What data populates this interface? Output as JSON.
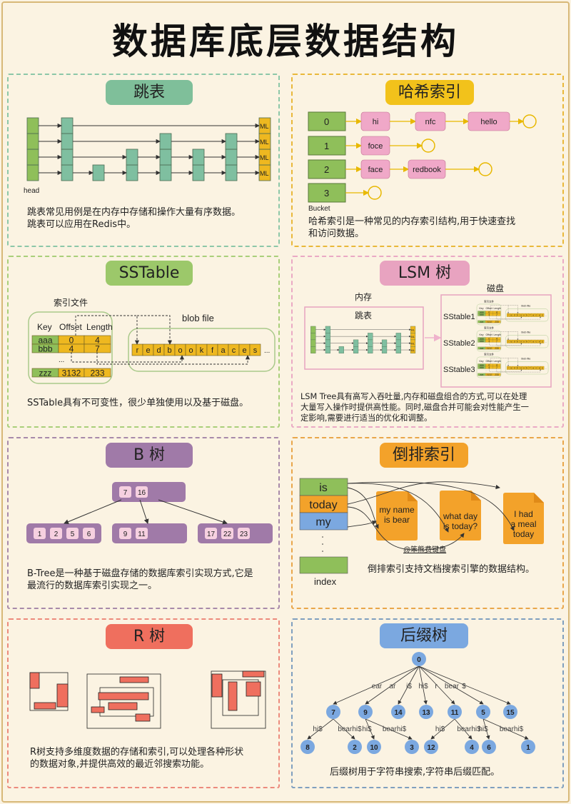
{
  "title": "数据库底层数据结构",
  "colors": {
    "background": "#fbf3e2",
    "skiplist": "#7fbfa0",
    "hash": "#f2c21b",
    "sstable": "#9cc86a",
    "lsm": "#e8a3c0",
    "btree": "#a07aa8",
    "inverted": "#f3a22a",
    "rtree": "#ef6f5e",
    "suffix": "#7ba8e0",
    "node_pink": "#f0a8c8",
    "cell_yellow": "#eeb820",
    "cell_green": "#8fbf5a"
  },
  "skiplist": {
    "title": "跳表",
    "head_label": "head",
    "tail_label": "ML",
    "caption": [
      "跳表常见用例是在内存中存储和操作大量有序数据。",
      "跳表可以应用在Redis中。"
    ]
  },
  "hash": {
    "title": "哈希索引",
    "buckets": [
      "0",
      "1",
      "2",
      "3"
    ],
    "bucket_label": "Bucket",
    "chains": [
      [
        "hi",
        "nfc",
        "hello"
      ],
      [
        "foce"
      ],
      [
        "face",
        "redbook"
      ],
      []
    ],
    "caption": [
      "哈希索引是一种常见的内存索引结构,用于快速查找",
      "和访问数据。"
    ]
  },
  "sstable": {
    "title": "SSTable",
    "index_label": "索引文件",
    "blob_label": "blob file",
    "headers": [
      "Key",
      "Offset",
      "Length"
    ],
    "rows": [
      [
        "aaa",
        "0",
        "4"
      ],
      [
        "bbb",
        "4",
        "7"
      ],
      [
        "zzz",
        "3132",
        "233"
      ]
    ],
    "ellipsis": "...",
    "blob": [
      "r",
      "e",
      "d",
      "b",
      "o",
      "o",
      "k",
      "f",
      "a",
      "c",
      "e",
      "s"
    ],
    "blob_more": "...",
    "caption": "SSTable具有不可变性，很少单独使用以及基于磁盘。"
  },
  "lsm": {
    "title": "LSM 树",
    "memory_label": "内存",
    "memtable_label": "跳表",
    "disk_label": "磁盘",
    "sstables": [
      "SStable1",
      "SStable2",
      "SStable3"
    ],
    "caption": [
      "LSM Tree具有高写入吞吐量,内存和磁盘组合的方式,可以在处理",
      "大量写入操作时提供高性能。同时,磁盘合并可能会对性能产生一",
      "定影响,需要进行适当的优化和调整。"
    ]
  },
  "btree": {
    "title": "B 树",
    "root": [
      "7",
      "16"
    ],
    "leaves": [
      [
        "1",
        "2",
        "5",
        "6"
      ],
      [
        "9",
        "11"
      ],
      [
        "17",
        "22",
        "23"
      ]
    ],
    "caption": [
      "B-Tree是一种基于磁盘存储的数据库索引实现方式,它是",
      "最流行的数据库索引实现之一。"
    ]
  },
  "inverted": {
    "title": "倒排索引",
    "terms": [
      "is",
      "today",
      "my"
    ],
    "index_label": "index",
    "docs": [
      [
        "my name",
        "is bear"
      ],
      [
        "what day",
        "is today?"
      ],
      [
        "I had",
        "a meal",
        "today"
      ]
    ],
    "watermark": "@笨熊费键盘",
    "caption": "倒排索引支持文档搜索引擎的数据结构。"
  },
  "rtree": {
    "title": "R 树",
    "caption": [
      "R树支持多维度数据的存储和索引,可以处理各种形状",
      "的数据对象,并提供高效的最近邻搜索功能。"
    ]
  },
  "suffix": {
    "title": "后缀树",
    "root": "0",
    "children": [
      {
        "edge": "ear",
        "label": "7",
        "children": [
          {
            "edge": "hi$",
            "label": "8"
          },
          {
            "edge": "bearhi$",
            "label": "2"
          }
        ]
      },
      {
        "edge": "ar",
        "label": "9",
        "children": [
          {
            "edge": "hi$",
            "label": "10"
          },
          {
            "edge": "bearhi$",
            "label": "3"
          }
        ]
      },
      {
        "edge": "i$",
        "label": "14"
      },
      {
        "edge": "hi$",
        "label": "13"
      },
      {
        "edge": "r",
        "label": "11",
        "children": [
          {
            "edge": "hi$",
            "label": "12"
          },
          {
            "edge": "bearhi$",
            "label": "4"
          }
        ]
      },
      {
        "edge": "bear",
        "label": "5",
        "children": [
          {
            "edge": "hi$",
            "label": "6"
          },
          {
            "edge": "bearhi$",
            "label": "1"
          }
        ]
      },
      {
        "edge": "$",
        "label": "15"
      }
    ],
    "caption": "后缀树用于字符串搜索,字符串后缀匹配。"
  }
}
